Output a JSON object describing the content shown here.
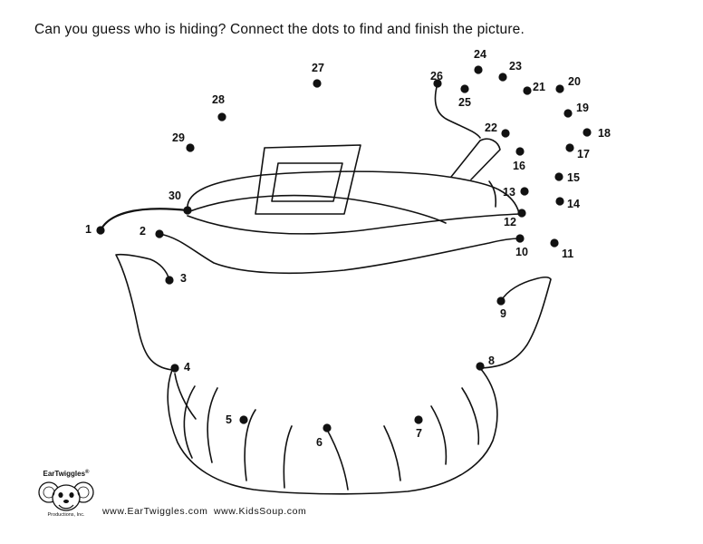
{
  "instructions": "Can you guess who is hiding? Connect the dots to find and finish the picture.",
  "logo": {
    "brand": "EarTwiggles",
    "registered": "®",
    "company": "Productions, Inc."
  },
  "footer": {
    "link_1": "www.EarTwiggles.com",
    "link_2": "www.KidsSoup.com"
  },
  "dots": [
    {
      "label": "1"
    },
    {
      "label": "2"
    },
    {
      "label": "3"
    },
    {
      "label": "4"
    },
    {
      "label": "5"
    },
    {
      "label": "6"
    },
    {
      "label": "7"
    },
    {
      "label": "8"
    },
    {
      "label": "9"
    },
    {
      "label": "10"
    },
    {
      "label": "11"
    },
    {
      "label": "12"
    },
    {
      "label": "13"
    },
    {
      "label": "14"
    },
    {
      "label": "15"
    },
    {
      "label": "16"
    },
    {
      "label": "17"
    },
    {
      "label": "18"
    },
    {
      "label": "19"
    },
    {
      "label": "20"
    },
    {
      "label": "21"
    },
    {
      "label": "22"
    },
    {
      "label": "23"
    },
    {
      "label": "24"
    },
    {
      "label": "25"
    },
    {
      "label": "26"
    },
    {
      "label": "27"
    },
    {
      "label": "28"
    },
    {
      "label": "29"
    },
    {
      "label": "30"
    }
  ],
  "colors": {
    "ink": "#111111",
    "paper": "#ffffff"
  }
}
